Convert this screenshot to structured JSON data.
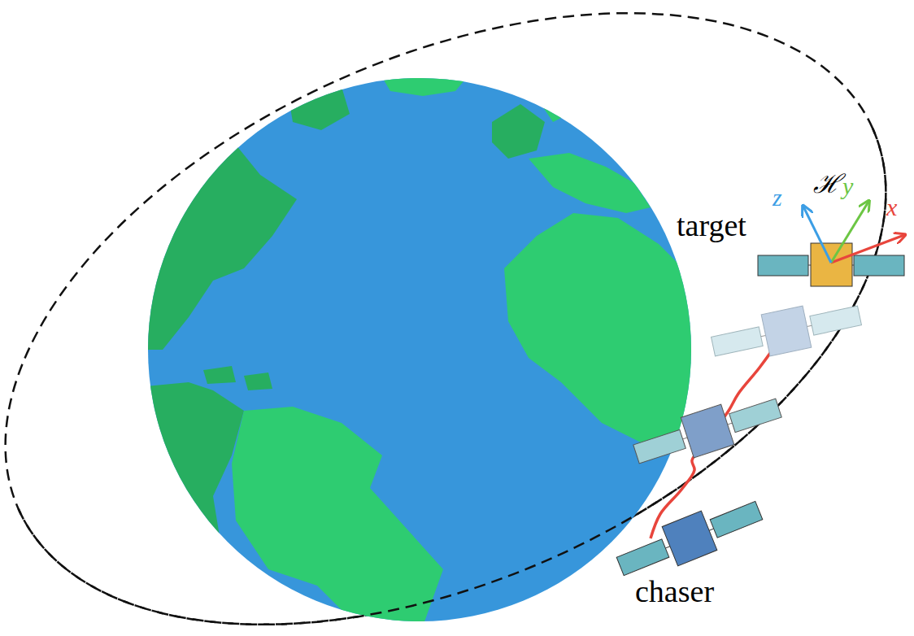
{
  "diagram": {
    "labels": [
      "target",
      "chaser",
      "ℋ",
      "x",
      "y",
      "z"
    ]
  }
}
